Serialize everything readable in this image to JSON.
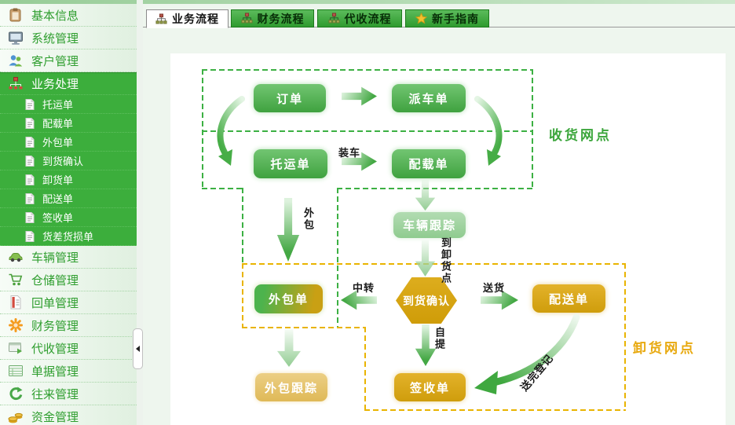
{
  "sidebar": {
    "items": [
      {
        "label": "基本信息",
        "icon": "clipboard-icon"
      },
      {
        "label": "系统管理",
        "icon": "monitor-icon"
      },
      {
        "label": "客户管理",
        "icon": "users-icon"
      },
      {
        "label": "业务处理",
        "icon": "org-chart-icon",
        "selected": true,
        "children": [
          "托运单",
          "配载单",
          "外包单",
          "到货确认",
          "卸货单",
          "配送单",
          "签收单",
          "货差货损单"
        ]
      },
      {
        "label": "车辆管理",
        "icon": "car-icon"
      },
      {
        "label": "仓储管理",
        "icon": "cart-icon"
      },
      {
        "label": "回单管理",
        "icon": "receipt-icon"
      },
      {
        "label": "财务管理",
        "icon": "finance-icon"
      },
      {
        "label": "代收管理",
        "icon": "collect-icon"
      },
      {
        "label": "单据管理",
        "icon": "form-icon"
      },
      {
        "label": "往来管理",
        "icon": "exchange-icon"
      },
      {
        "label": "资金管理",
        "icon": "coins-icon"
      }
    ]
  },
  "tabs": [
    {
      "label": "业务流程",
      "icon": "org-chart-icon",
      "active": true
    },
    {
      "label": "财务流程",
      "icon": "org-chart-icon",
      "active": false
    },
    {
      "label": "代收流程",
      "icon": "org-chart-icon",
      "active": false
    },
    {
      "label": "新手指南",
      "icon": "star-icon",
      "active": false
    }
  ],
  "flow": {
    "nodes": {
      "dingdan": "订单",
      "paichedan": "派车单",
      "tuoyundan": "托运单",
      "peizaidan": "配载单",
      "cheliang_genzong": "车辆跟踪",
      "waibaodan": "外包单",
      "daohuo_queren": "到货确认",
      "peisongdan": "配送单",
      "waibao_genzong": "外包跟踪",
      "qianshoudan": "签收单"
    },
    "labels": {
      "zhuangche": "装车",
      "waibao": "外包",
      "dao_xiehuodian": "到卸货点",
      "zhongzhuan": "中转",
      "songhuo": "送货",
      "ziti": "自提",
      "songwan_dengji": "送完登记"
    },
    "regions": {
      "shouhuo": "收货网点",
      "xiehuo": "卸货网点"
    }
  },
  "colors": {
    "sidebar_selected": "#3cae3c",
    "sidebar_text": "#2f9e2f",
    "tab_green": "#2f9b2f",
    "node_green": "#3fa23f",
    "node_gold": "#cf9d0c",
    "dash_green": "#3cb043",
    "dash_yellow": "#e9b400",
    "region_green_label": "#3aa53a",
    "region_yellow_label": "#e8a90f"
  }
}
